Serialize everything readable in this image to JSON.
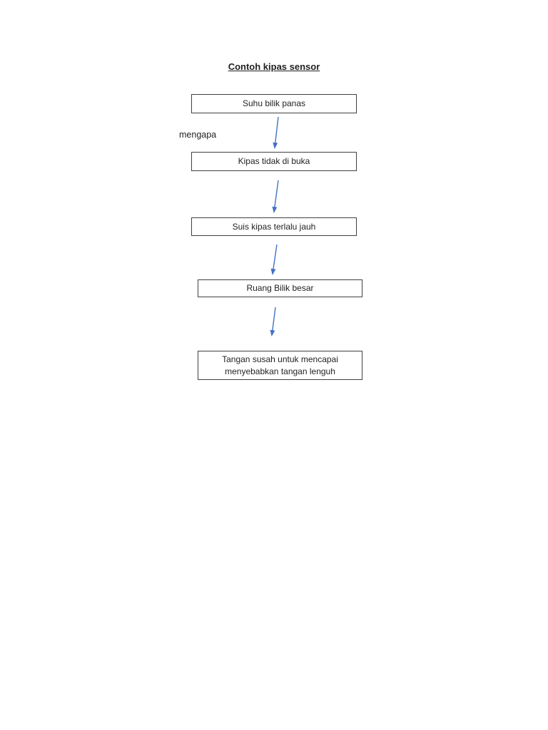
{
  "page": {
    "title": "Contoh kipas sensor",
    "side_label": "mengapa"
  },
  "flowchart": {
    "type": "vertical-flow",
    "nodes": [
      {
        "label": "Suhu bilik panas"
      },
      {
        "label": "Kipas tidak di buka"
      },
      {
        "label": "Suis kipas terlalu jauh"
      },
      {
        "label": "Ruang Bilik besar"
      },
      {
        "label": "Tangan susah untuk mencapai menyebabkan tangan lenguh"
      }
    ],
    "connections": [
      {
        "from": 0,
        "to": 1
      },
      {
        "from": 1,
        "to": 2
      },
      {
        "from": 2,
        "to": 3
      },
      {
        "from": 3,
        "to": 4
      }
    ]
  },
  "colors": {
    "arrow": "#4472C4",
    "box_border": "#404040",
    "text": "#1f1f1f",
    "page_bg": "#ffffff"
  }
}
